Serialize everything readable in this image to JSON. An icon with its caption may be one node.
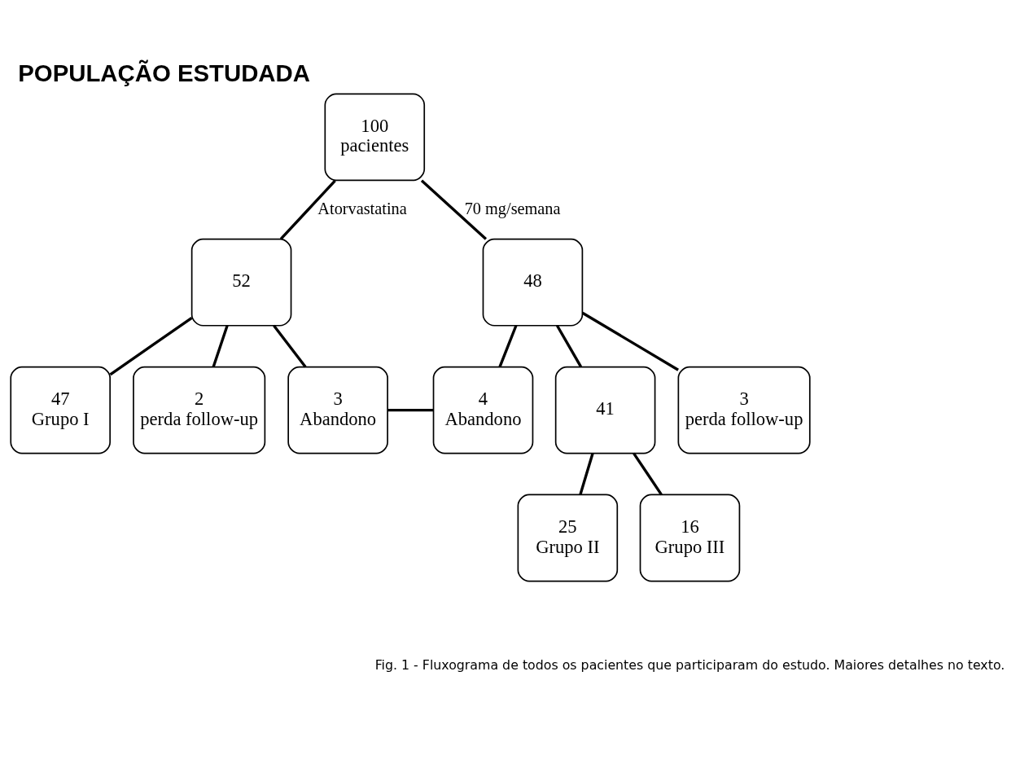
{
  "diagram": {
    "title": "POPULAÇÃO ESTUDADA",
    "caption": "Fig. 1 - Fluxograma de todos os pacientes que participaram do estudo. Maiores detalhes no texto.",
    "nodes": [
      {
        "text": [
          "100",
          "pacientes"
        ]
      },
      {
        "text": [
          "52"
        ]
      },
      {
        "text": [
          "48"
        ]
      },
      {
        "text": [
          "47",
          "Grupo I"
        ]
      },
      {
        "text": [
          "2",
          "perda follow-up"
        ]
      },
      {
        "text": [
          "3",
          "Abandono"
        ]
      },
      {
        "text": [
          "4",
          "Abandono"
        ]
      },
      {
        "text": [
          "41"
        ]
      },
      {
        "text": [
          "3",
          "perda follow-up"
        ]
      },
      {
        "text": [
          "25",
          "Grupo II"
        ]
      },
      {
        "text": [
          "16",
          "Grupo III"
        ]
      }
    ],
    "edges": [
      {
        "from": 0,
        "to": 1,
        "arrow": "none",
        "label": "Atorvastatina"
      },
      {
        "from": 0,
        "to": 2,
        "arrow": "none",
        "label": "70 mg/semana"
      },
      {
        "from": 1,
        "to": 3,
        "arrow": "none"
      },
      {
        "from": 1,
        "to": 4,
        "arrow": "none"
      },
      {
        "from": 1,
        "to": 5,
        "arrow": "none"
      },
      {
        "from": 2,
        "to": 6,
        "arrow": "none"
      },
      {
        "from": 2,
        "to": 7,
        "arrow": "none"
      },
      {
        "from": 2,
        "to": 8,
        "arrow": "none"
      },
      {
        "from": 7,
        "to": 9,
        "arrow": "none"
      },
      {
        "from": 7,
        "to": 10,
        "arrow": "none"
      },
      {
        "from": 5,
        "to": 6,
        "arrow": "none"
      }
    ]
  }
}
